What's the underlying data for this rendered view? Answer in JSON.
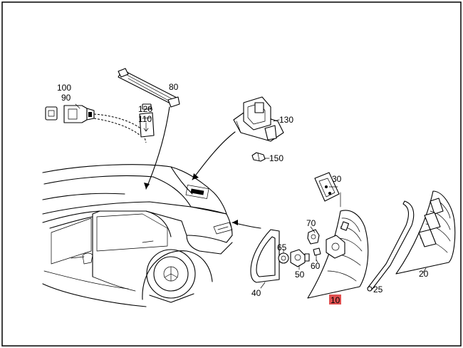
{
  "callouts": {
    "p100": "100",
    "p90": "90",
    "p80": "80",
    "p120": "120",
    "p110": "110",
    "p130": "130",
    "p150": "150",
    "p30": "30",
    "p70": "70",
    "p65": "65",
    "p60": "60",
    "p50": "50",
    "p40": "40",
    "p10": "10",
    "p25": "25",
    "p20": "20"
  },
  "colors": {
    "highlight": "#e05050",
    "line": "#000000"
  }
}
